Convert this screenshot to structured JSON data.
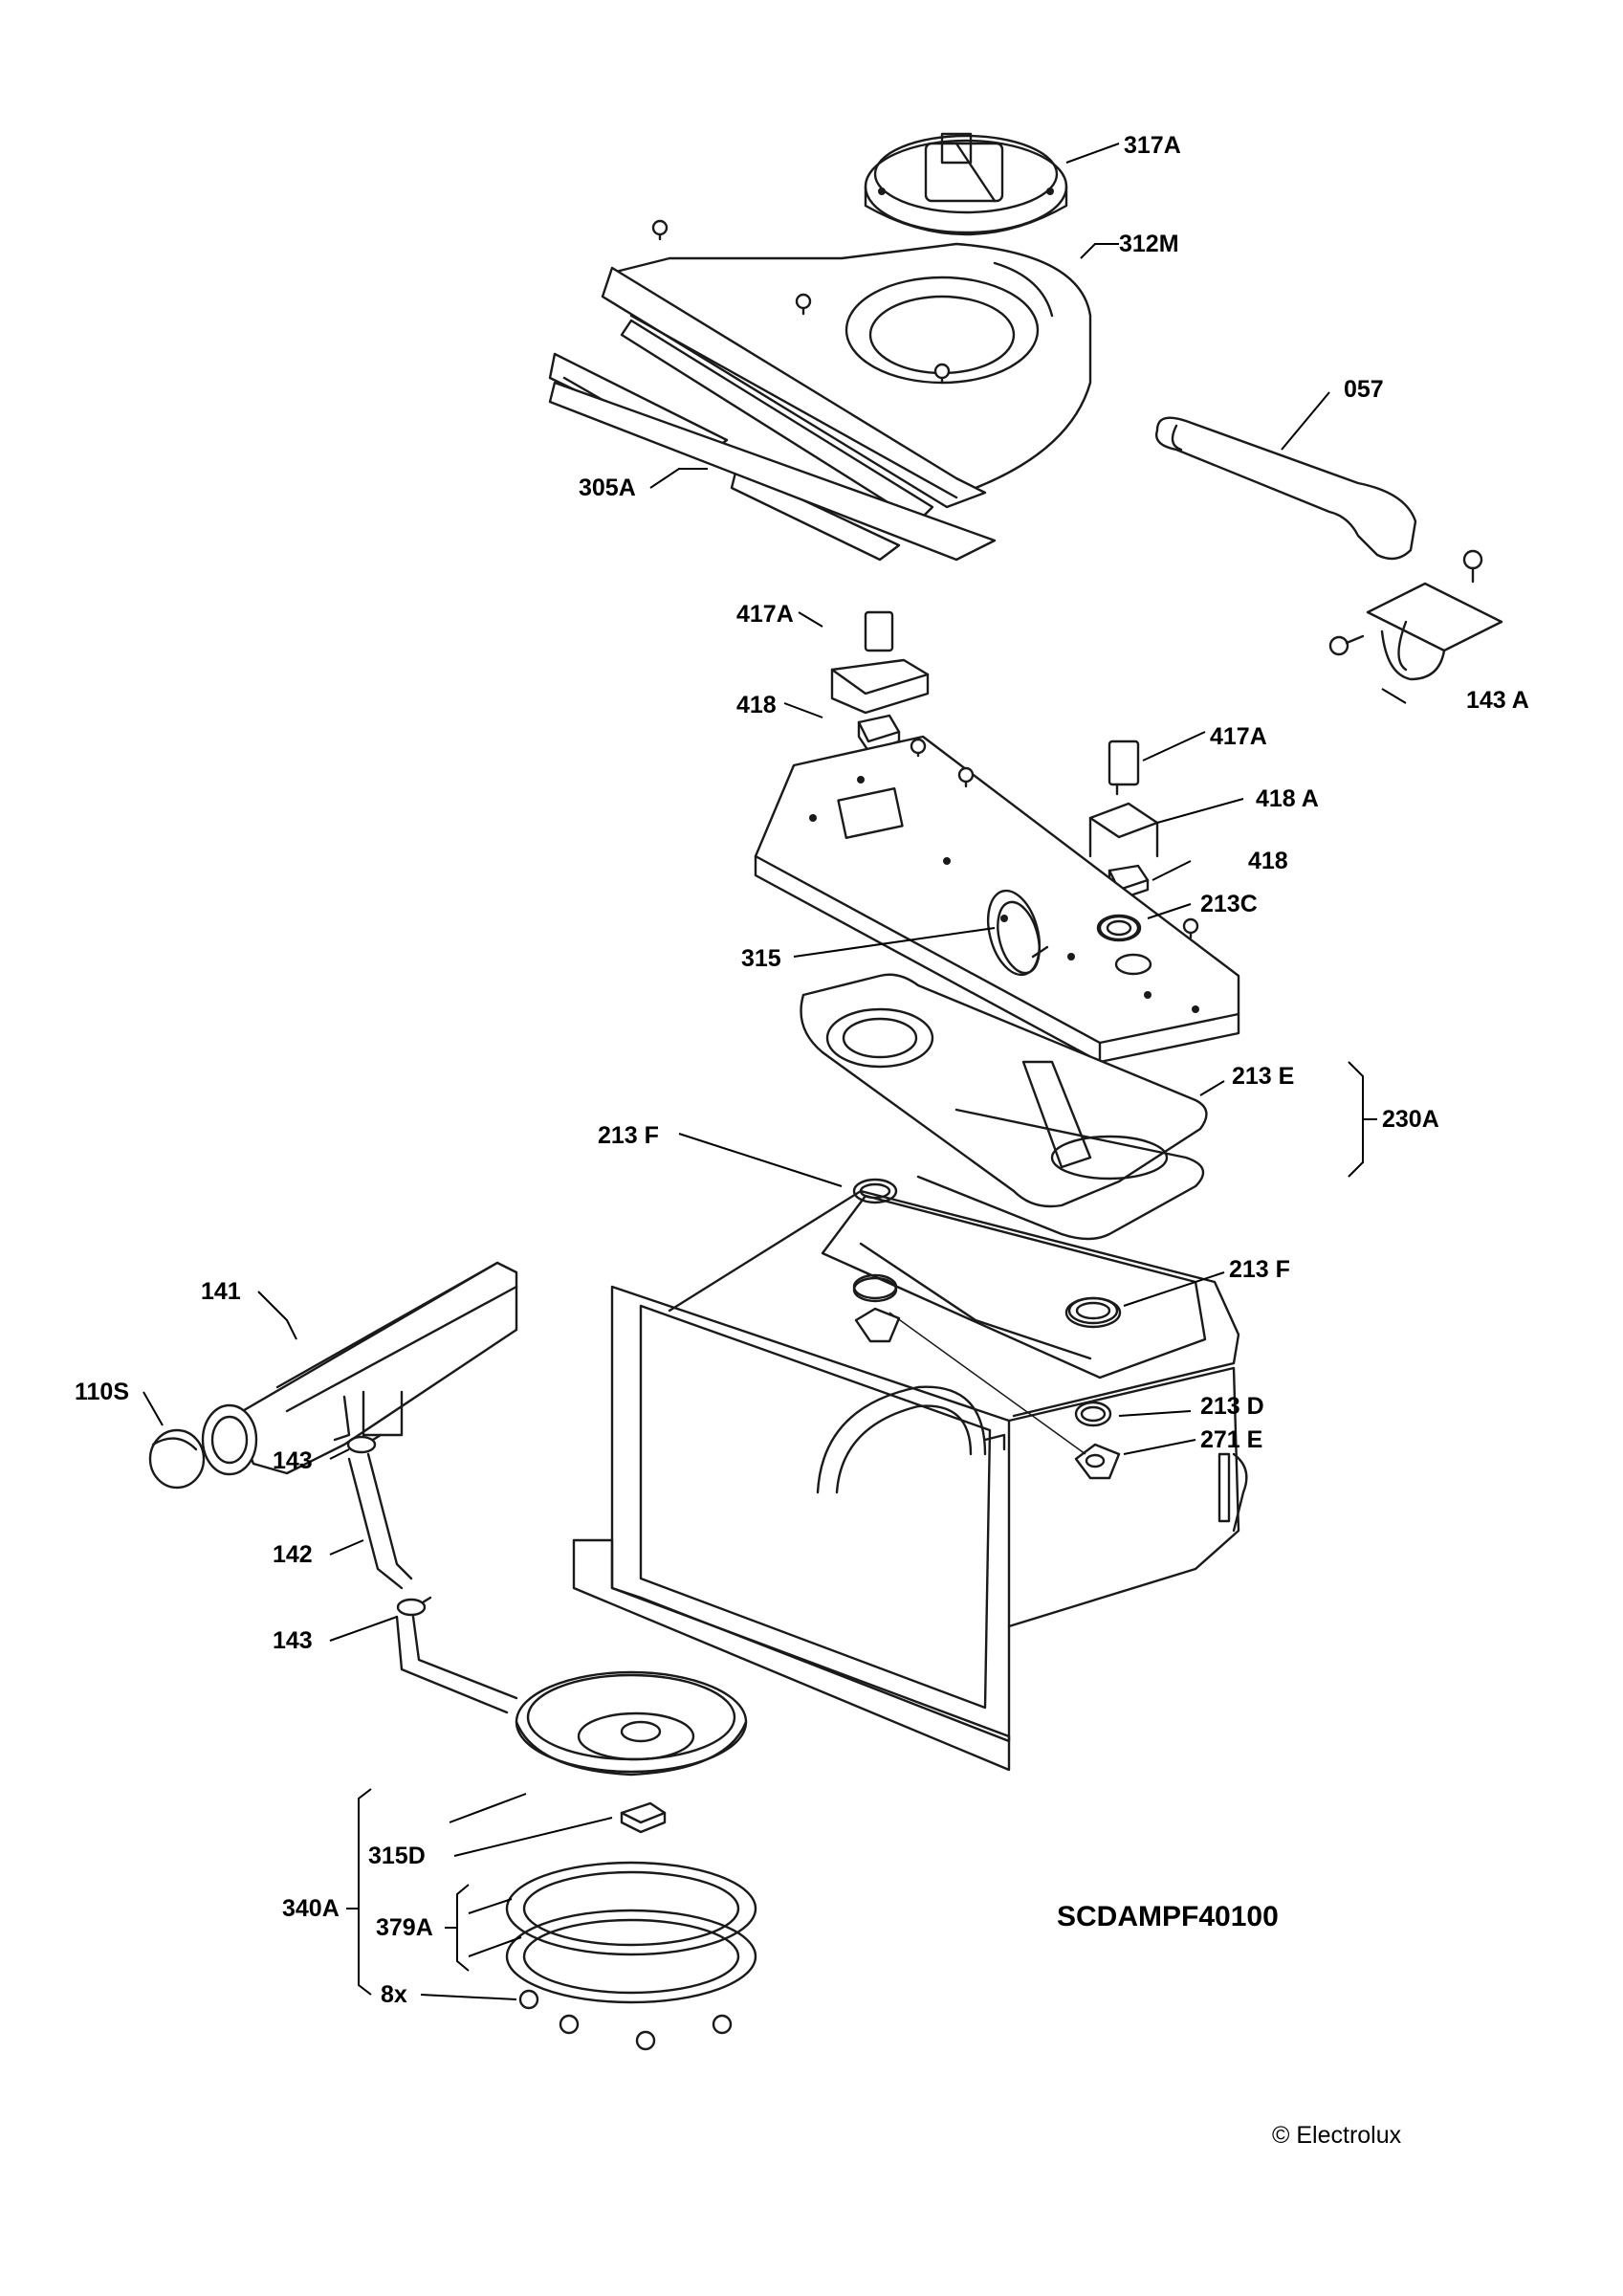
{
  "labels": {
    "l317A": "317A",
    "l312M": "312M",
    "l057": "057",
    "l305A": "305A",
    "l417A_1": "417A",
    "l418_1": "418",
    "l143A": "143 A",
    "l417A_2": "417A",
    "l418A": "418 A",
    "l418_2": "418",
    "l213C": "213C",
    "l315": "315",
    "l213E": "213 E",
    "l230A": "230A",
    "l213F_1": "213 F",
    "l213F_2": "213 F",
    "l141": "141",
    "l110S": "110S",
    "l213D": "213 D",
    "l271E": "271 E",
    "l143_1": "143",
    "l142": "142",
    "l143_2": "143",
    "l315D": "315D",
    "l340A": "340A",
    "l379A": "379A",
    "l8x": "8x"
  },
  "drawing_code": "SCDAMPF40100",
  "copyright": "© Electrolux"
}
